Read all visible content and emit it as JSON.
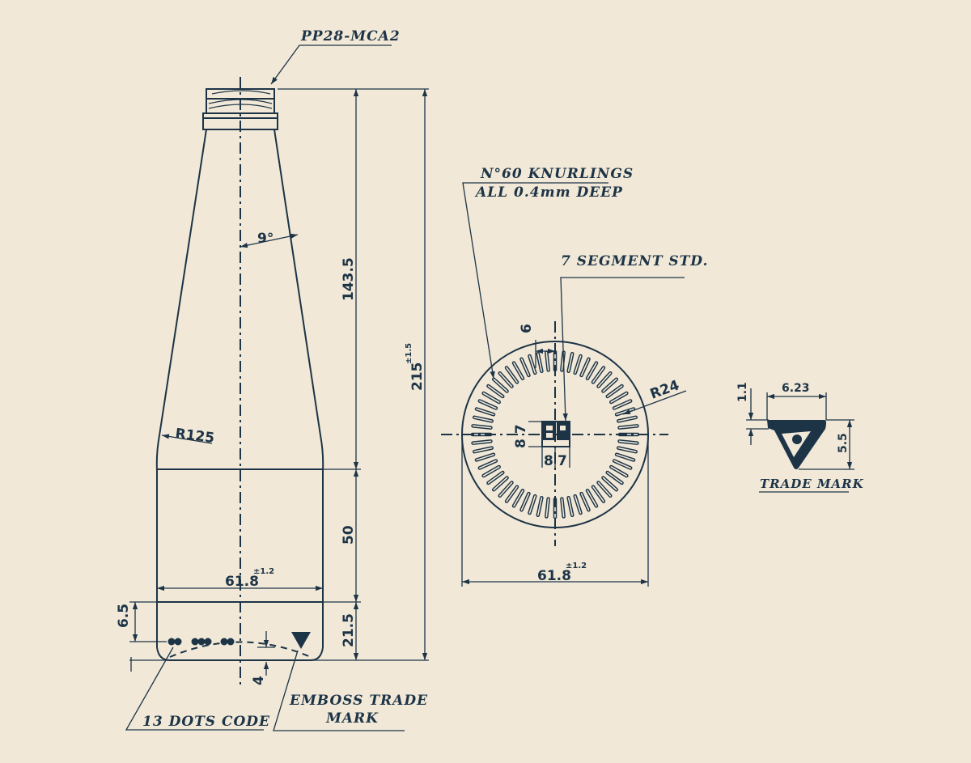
{
  "palette": {
    "background": "#f1e8d7",
    "ink": "#1d3447"
  },
  "notes": {
    "neck_finish": "PP28-MCA2",
    "knurlings_line1": "N°60 KNURLINGS",
    "knurlings_line2": "ALL 0.4mm DEEP",
    "segment": "7 SEGMENT STD.",
    "dots_code": "13 DOTS CODE",
    "emboss_line1": "EMBOSS TRADE",
    "emboss_line2": "MARK",
    "trade_mark": "TRADE MARK"
  },
  "dimensions": {
    "shoulder_height": "143.5",
    "total_height": "215",
    "total_height_tol": "±1.5",
    "body_height": "50",
    "base_height": "21.5",
    "taper_angle": "9°",
    "shoulder_radius": "R125",
    "body_diameter": "61.8",
    "body_diameter_tol": "±1.2",
    "code_height": "6.5",
    "push_up": "4",
    "base_diameter": "61.8",
    "base_diameter_tol": "±1.2",
    "base_radius": "R24",
    "knurl_offset": "6",
    "seg_digit_a": "8",
    "seg_digit_b": "7",
    "seg_rotated": "8 7",
    "tm_width": "6.23",
    "tm_top": "1.1",
    "tm_height": "5.5"
  }
}
